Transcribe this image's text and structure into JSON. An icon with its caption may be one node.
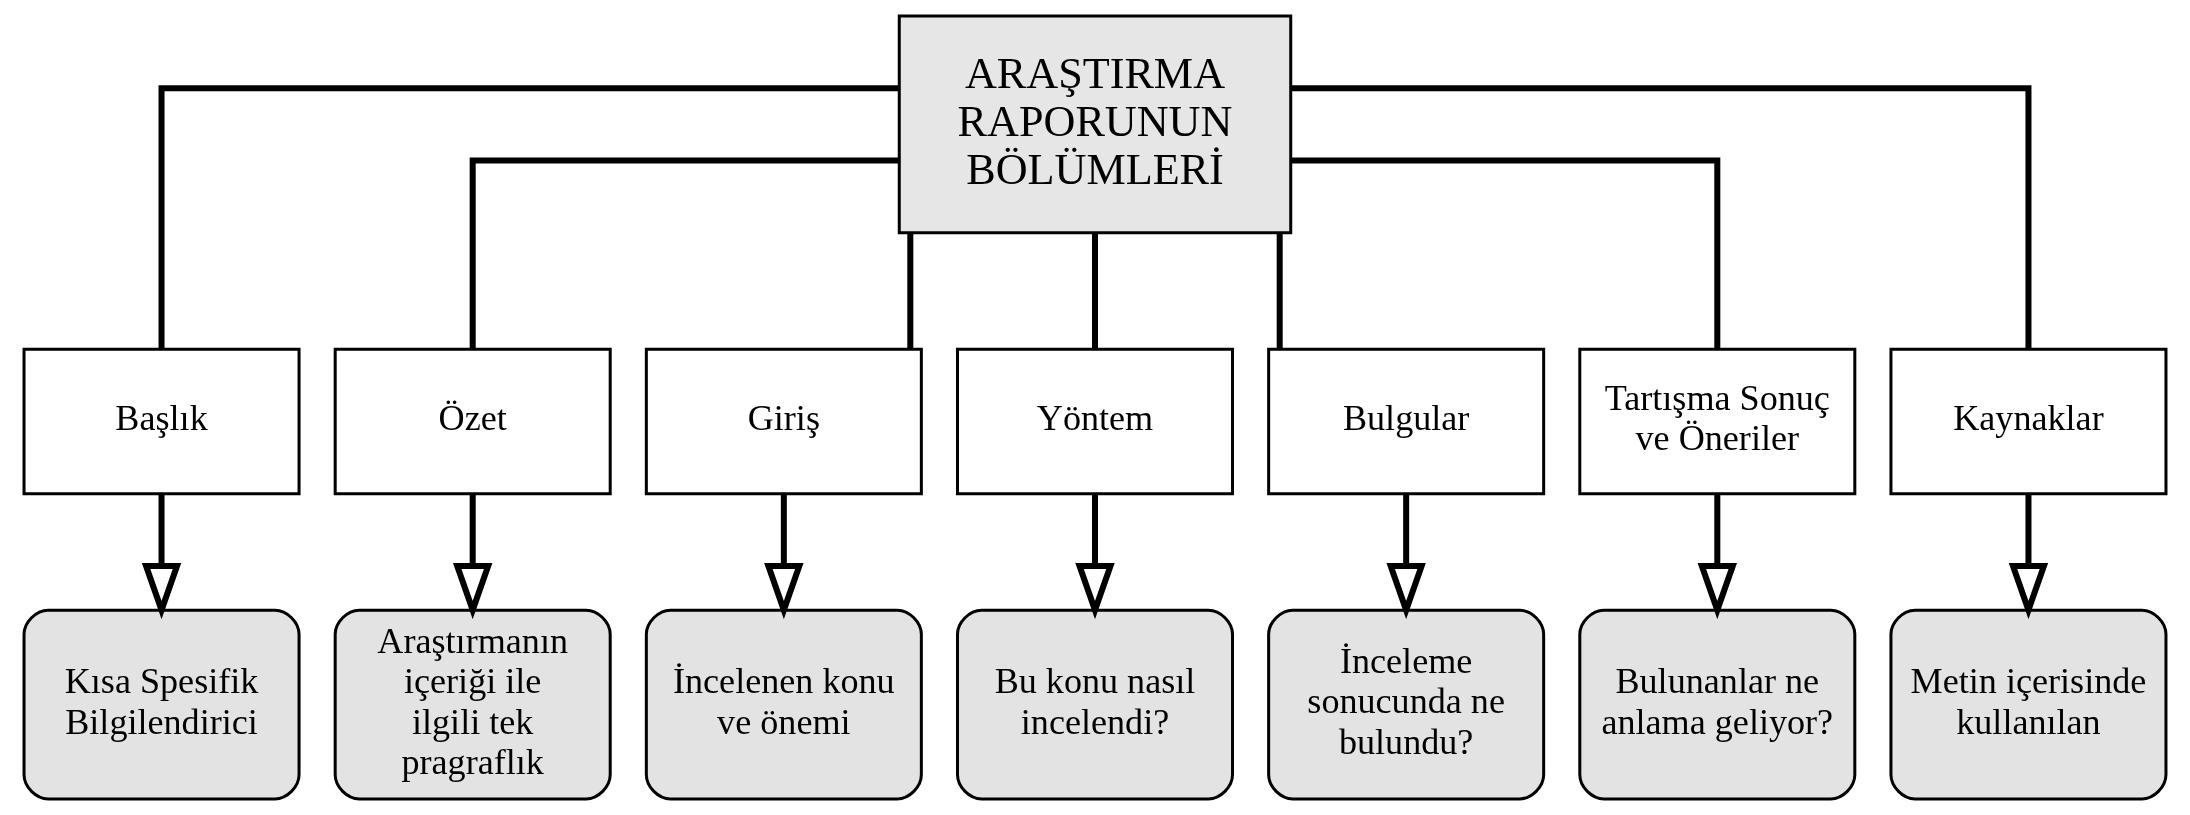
{
  "diagram": {
    "nodes": [
      {
        "text": [
          "ARAŞTIRMA RAPORUNUN BÖLÜMLERİ"
        ]
      },
      {
        "text": [
          "Başlık"
        ]
      },
      {
        "text": [
          "Özet"
        ]
      },
      {
        "text": [
          "Giriş"
        ]
      },
      {
        "text": [
          "Yöntem"
        ]
      },
      {
        "text": [
          "Bulgular"
        ]
      },
      {
        "text": [
          "Tartışma Sonuç ve Öneriler"
        ]
      },
      {
        "text": [
          "Kaynaklar"
        ]
      },
      {
        "text": [
          "Kısa Spesifik Bilgilendirici"
        ]
      },
      {
        "text": [
          "Araştırmanın içeriği ile ilgili tek pragraflık"
        ]
      },
      {
        "text": [
          "İncelenen konu ve önemi"
        ]
      },
      {
        "text": [
          "Bu konu nasıl incelendi?"
        ]
      },
      {
        "text": [
          "İnceleme sonucunda ne bulundu?"
        ]
      },
      {
        "text": [
          "Bulunanlar ne anlama geliyor?"
        ]
      },
      {
        "text": [
          "Metin içerisinde kullanılan"
        ]
      }
    ],
    "edges": [
      {
        "from": 0,
        "to": 1,
        "arrow": "none"
      },
      {
        "from": 0,
        "to": 2,
        "arrow": "none"
      },
      {
        "from": 0,
        "to": 3,
        "arrow": "none"
      },
      {
        "from": 0,
        "to": 4,
        "arrow": "none"
      },
      {
        "from": 0,
        "to": 5,
        "arrow": "none"
      },
      {
        "from": 0,
        "to": 6,
        "arrow": "none"
      },
      {
        "from": 0,
        "to": 7,
        "arrow": "none"
      },
      {
        "from": 1,
        "to": 8,
        "arrow": "to"
      },
      {
        "from": 2,
        "to": 9,
        "arrow": "to"
      },
      {
        "from": 3,
        "to": 10,
        "arrow": "to"
      },
      {
        "from": 4,
        "to": 11,
        "arrow": "to"
      },
      {
        "from": 5,
        "to": 12,
        "arrow": "to"
      },
      {
        "from": 6,
        "to": 13,
        "arrow": "to"
      },
      {
        "from": 7,
        "to": 14,
        "arrow": "to"
      }
    ]
  }
}
